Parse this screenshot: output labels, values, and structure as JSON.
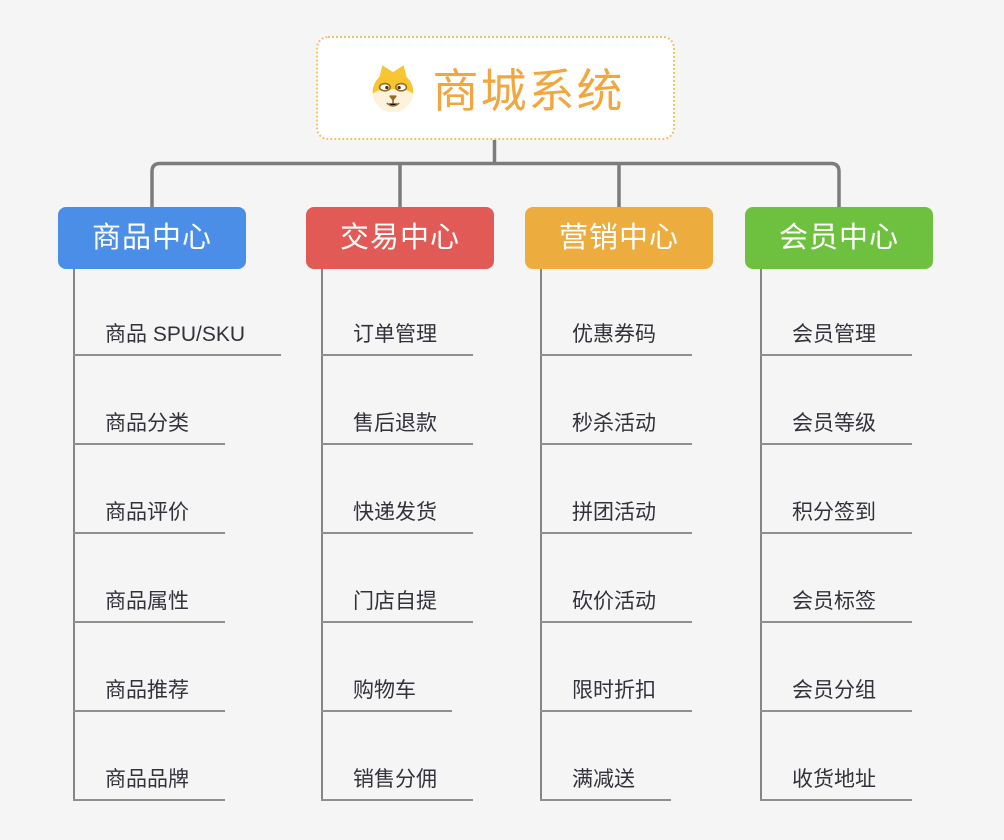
{
  "canvas": {
    "background": "#F5F5F5",
    "connector_color": "#7C7C7C"
  },
  "root": {
    "title": "商城系统",
    "icon": "dog-face-icon",
    "text_color": "#F2A63E",
    "border_color": "#F3C06B",
    "fill": "#FFFFFF"
  },
  "branches": [
    {
      "id": "product-center",
      "label": "商品中心",
      "color": "#4A8EE8",
      "items": [
        "商品 SPU/SKU",
        "商品分类",
        "商品评价",
        "商品属性",
        "商品推荐",
        "商品品牌"
      ]
    },
    {
      "id": "trade-center",
      "label": "交易中心",
      "color": "#E15A55",
      "items": [
        "订单管理",
        "售后退款",
        "快递发货",
        "门店自提",
        "购物车",
        "销售分佣"
      ]
    },
    {
      "id": "marketing-center",
      "label": "营销中心",
      "color": "#ECAC3E",
      "items": [
        "优惠券码",
        "秒杀活动",
        "拼团活动",
        "砍价活动",
        "限时折扣",
        "满减送"
      ]
    },
    {
      "id": "member-center",
      "label": "会员中心",
      "color": "#6EC13F",
      "items": [
        "会员管理",
        "会员等级",
        "积分签到",
        "会员标签",
        "会员分组",
        "收货地址"
      ]
    }
  ],
  "item_style": {
    "text_color": "#32323A",
    "underline_color": "#8F8F8F",
    "spine_color": "#858585"
  }
}
